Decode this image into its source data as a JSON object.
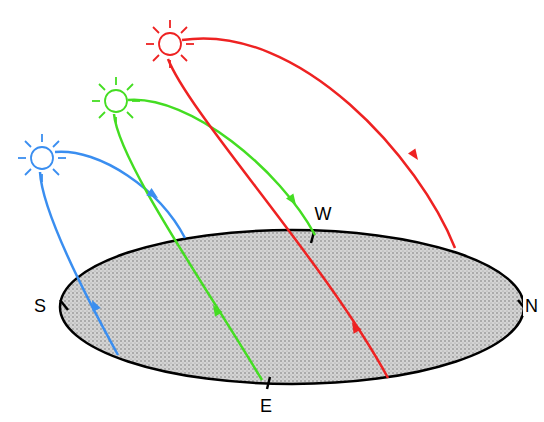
{
  "diagram": {
    "labels": [
      "S",
      "W",
      "N",
      "E"
    ]
  }
}
